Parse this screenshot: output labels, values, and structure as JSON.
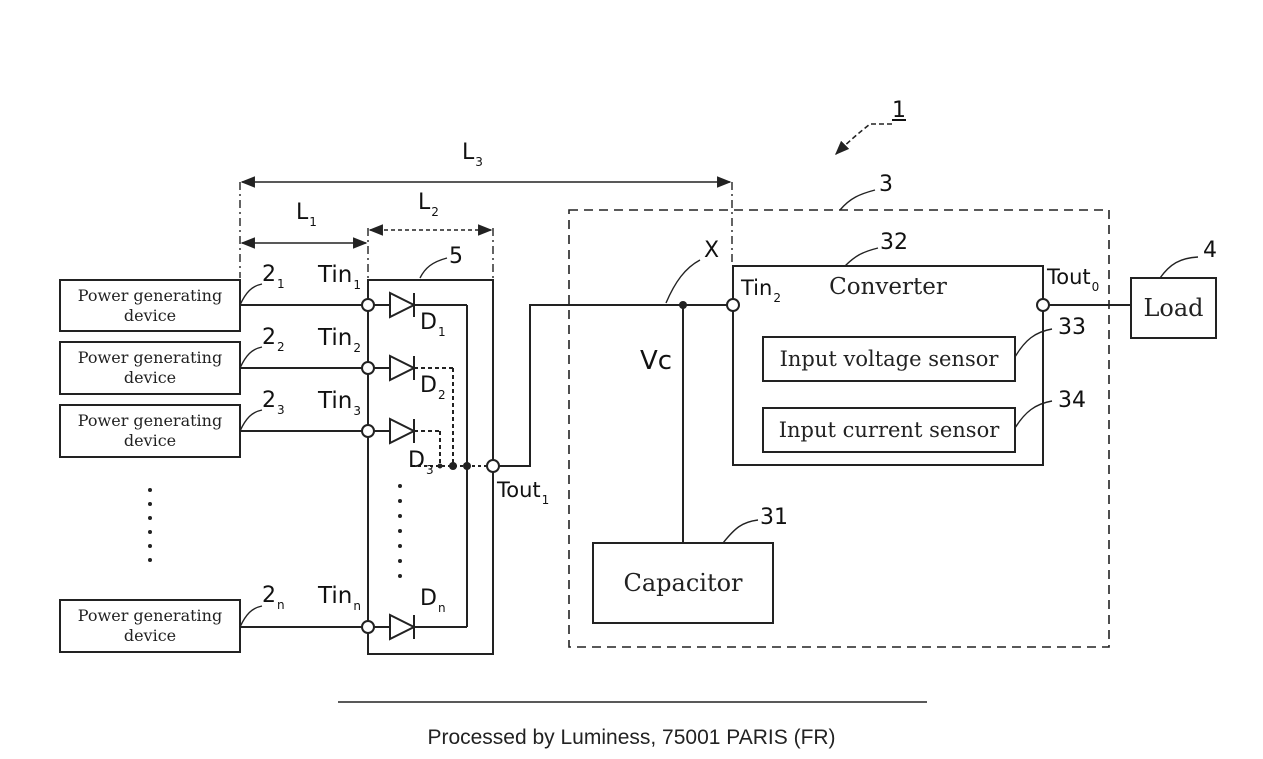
{
  "figure_ref": "1",
  "devices": [
    {
      "label": "Power generating device",
      "ref": "2",
      "ref_sub": "1",
      "terminal": "Tin",
      "terminal_sub": "1",
      "diode": "D",
      "diode_sub": "1"
    },
    {
      "label": "Power generating device",
      "ref": "2",
      "ref_sub": "2",
      "terminal": "Tin",
      "terminal_sub": "2",
      "diode": "D",
      "diode_sub": "2"
    },
    {
      "label": "Power generating device",
      "ref": "2",
      "ref_sub": "3",
      "terminal": "Tin",
      "terminal_sub": "3",
      "diode": "D",
      "diode_sub": "3"
    },
    {
      "label": "Power generating device",
      "ref": "2",
      "ref_sub": "n",
      "terminal": "Tin",
      "terminal_sub": "n",
      "diode": "D",
      "diode_sub": "n"
    }
  ],
  "dimensions": {
    "l1": {
      "main": "L",
      "sub": "1"
    },
    "l2": {
      "main": "L",
      "sub": "2"
    },
    "l3": {
      "main": "L",
      "sub": "3"
    }
  },
  "diode_unit_ref": "5",
  "output_terminal": {
    "main": "Tout",
    "sub": "1"
  },
  "power_conditioner_ref": "3",
  "node_label": "X",
  "voltage_label": "Vc",
  "capacitor": {
    "label": "Capacitor",
    "ref": "31"
  },
  "converter": {
    "label": "Converter",
    "ref": "32",
    "input_terminal": {
      "main": "Tin",
      "sub": "2"
    },
    "output_terminal": {
      "main": "Tout",
      "sub": "0"
    }
  },
  "input_voltage_sensor": {
    "label": "Input voltage sensor",
    "ref": "33"
  },
  "input_current_sensor": {
    "label": "Input current sensor",
    "ref": "34"
  },
  "load": {
    "label": "Load",
    "ref": "4"
  },
  "footer": "Processed by Luminess, 75001 PARIS (FR)"
}
